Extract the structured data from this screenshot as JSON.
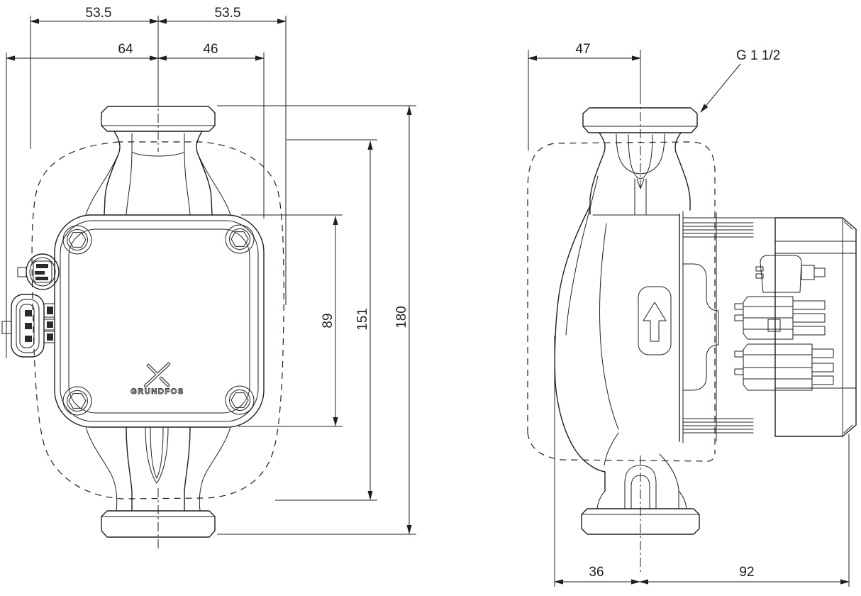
{
  "title": "pump-dimensional-drawing",
  "colors": {
    "line": "#1f1f1f",
    "background": "#ffffff"
  },
  "logo": {
    "brand": "GRUNDFOS"
  },
  "front_view": {
    "dims": {
      "top_left": "53.5",
      "top_right": "53.5",
      "upper_left": "64",
      "upper_right": "46",
      "control_box_height": "89",
      "shell_height": "151",
      "overall_height": "180"
    }
  },
  "side_view": {
    "dims": {
      "top_width": "47",
      "bottom_left": "36",
      "bottom_right": "92"
    },
    "thread_label": "G 1 1/2"
  }
}
